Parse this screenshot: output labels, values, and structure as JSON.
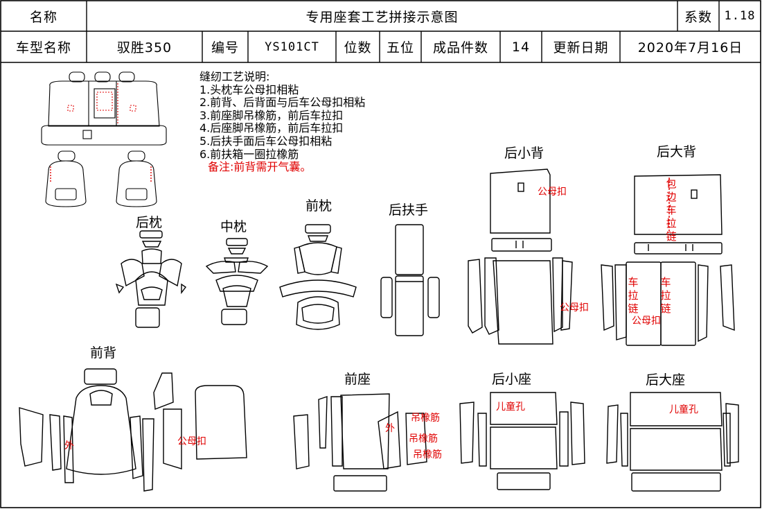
{
  "header": {
    "name_label": "名称",
    "title": "专用座套工艺拼接示意图",
    "coef_label": "系数",
    "coef_value": "1.18"
  },
  "info": {
    "model_label": "车型名称",
    "model_value": "驭胜350",
    "code_label": "编号",
    "code_value": "YS101CT",
    "seats_label": "位数",
    "seats_value": "五位",
    "pieces_label": "成品件数",
    "pieces_value": "14",
    "date_label": "更新日期",
    "date_value": "2020年7月16日"
  },
  "notes": {
    "heading": "缝纫工艺说明:",
    "items": [
      "1.头枕车公母扣相粘",
      "2.前背、后背面与后车公母扣相粘",
      "3.前座脚吊橡筋，前后车拉扣",
      "4.后座脚吊橡筋，前后车拉扣",
      "5.后扶手面后车公母扣相粘",
      "6.前扶箱一圈拉橡筋"
    ],
    "remark": "备注:前背需开气囊。"
  },
  "parts": {
    "rear_headrest": "后枕",
    "middle_headrest": "中枕",
    "front_headrest": "前枕",
    "rear_armrest": "后扶手",
    "rear_small_back": "后小背",
    "rear_large_back": "后大背",
    "front_back": "前背",
    "front_seat": "前座",
    "rear_small_seat": "后小座",
    "rear_large_seat": "后大座"
  },
  "annotations": {
    "snap_small_back_top": "公母扣",
    "snap_small_back_side": "公母扣",
    "wrap_zipper": "包边车拉链",
    "zipper_left": "车拉链",
    "zipper_right": "车拉链",
    "snap_large_back": "公母扣",
    "outer_front_back": "外",
    "snap_front_back": "公母扣",
    "outer_front_seat": "外",
    "elastic_1": "吊橡筋",
    "elastic_2": "吊橡筋",
    "elastic_3": "吊橡筋",
    "child_hole_small": "儿童孔",
    "child_hole_large": "儿童孔"
  }
}
